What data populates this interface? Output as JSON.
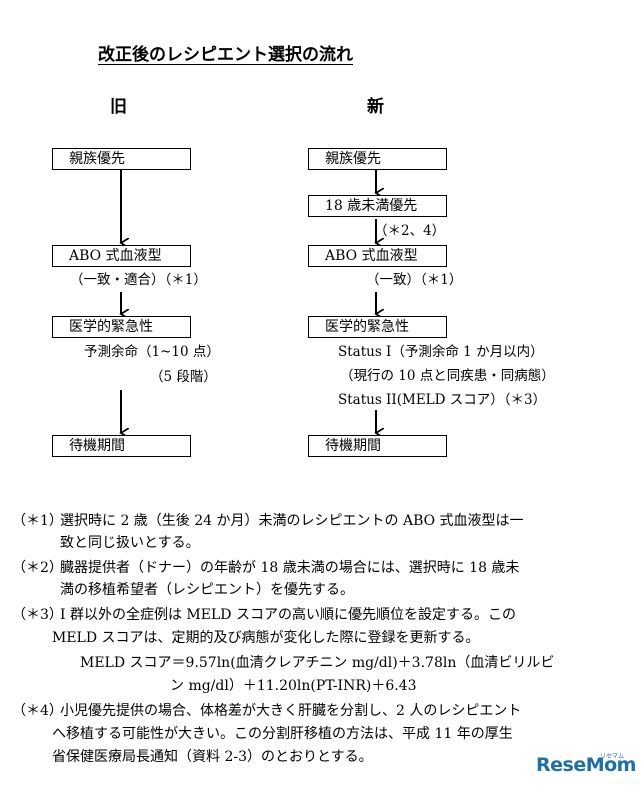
{
  "title": "改正後のレシピエント選択の流れ",
  "old": {
    "heading": "旧",
    "box1": "親族優先",
    "box2": "ABO 式血液型",
    "box2_note": "（一致・適合）（＊1）",
    "box3": "医学的緊急性",
    "box3_note1": "予測余命（1~10 点）",
    "box3_note2": "（5 段階）",
    "box4": "待機期間"
  },
  "new": {
    "heading": "新",
    "box1": "親族優先",
    "box2": "18 歳未満優先",
    "box2_note": "（＊2、4）",
    "box3": "ABO 式血液型",
    "box3_note": "（一致）（＊1）",
    "box4": "医学的緊急性",
    "box4_note1": "Status I（予測余命 1 か月以内）",
    "box4_note2": "（現行の 10 点と同疾患・同病態）",
    "box4_note3": "Status II(MELD スコア）（＊3）",
    "box5": "待機期間"
  },
  "notes": {
    "n1_mark": "（＊1）",
    "n1_line1": "選択時に 2 歳（生後 24 か月）未満のレシピエントの ABO 式血液型は一",
    "n1_line2": "致と同じ扱いとする。",
    "n2_mark": "（＊2）",
    "n2_line1": "臓器提供者（ドナー）の年齢が 18 歳未満の場合には、選択時に 18 歳未",
    "n2_line2": "満の移植希望者（レシピエント）を優先する。",
    "n3_mark": "（＊3）",
    "n3_line1": "I 群以外の全症例は MELD スコアの高い順に優先順位を設定する。この",
    "n3_line2": "MELD スコアは、定期的及び病態が変化した際に登録を更新する。",
    "n3_formula1": "MELD スコア＝9.57ln(血清クレアチニン mg/dl)＋3.78ln（血清ビリルビ",
    "n3_formula2": "ン mg/dl）＋11.20ln(PT-INR)＋6.43",
    "n4_mark": "（＊4）",
    "n4_line1": "小児優先提供の場合、体格差が大きく肝臓を分割し、2 人のレシピエント",
    "n4_line2": "へ移植する可能性が大きい。この分割肝移植の方法は、平成 11 年の厚生",
    "n4_line3": "省保健医療局長通知（資料 2-3）のとおりとする。"
  },
  "logo": "ReseMom",
  "logo_sub": "リセマム"
}
